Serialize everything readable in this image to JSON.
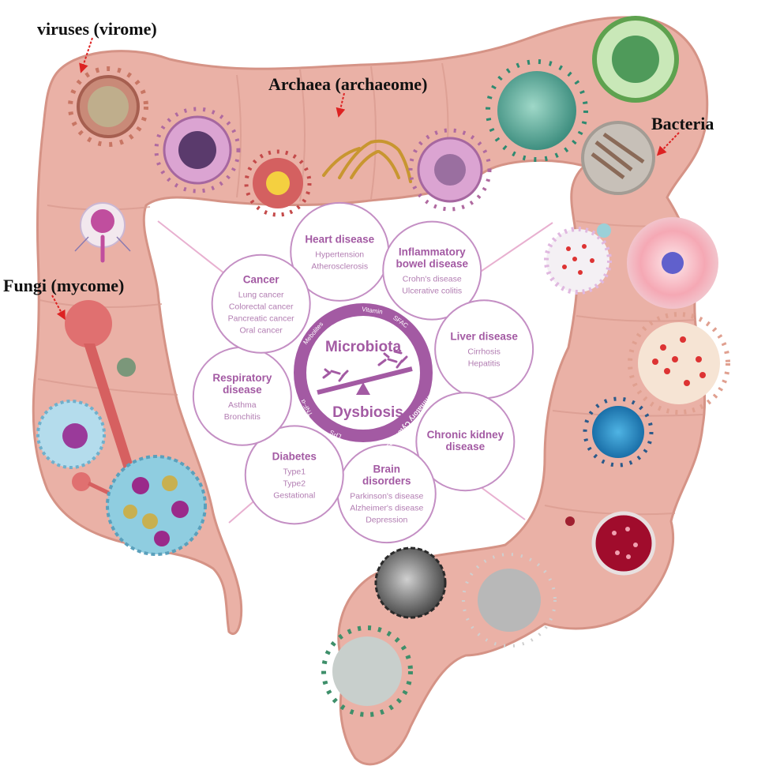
{
  "labels": {
    "viruses": "viruses (virome)",
    "archaea": "Archaea (archaeome)",
    "bacteria": "Bacteria",
    "fungi": "Fungi (mycome)"
  },
  "hub": {
    "top": "Microbiota",
    "bottom": "Dysbiosis",
    "ring_words": [
      "Mebolites",
      "Vitamin",
      "SFAC",
      "Inflammatory Cytokines",
      "LPS",
      "TNF-α"
    ]
  },
  "diseases": [
    {
      "title": [
        "Heart disease"
      ],
      "items": [
        "Hypertension",
        "Atherosclerosis"
      ]
    },
    {
      "title": [
        "Inflammatory",
        "bowel disease"
      ],
      "items": [
        "Crohn's disease",
        "Ulcerative colitis"
      ]
    },
    {
      "title": [
        "Liver disease"
      ],
      "items": [
        "Cirrhosis",
        "Hepatitis"
      ]
    },
    {
      "title": [
        "Chronic kidney",
        "disease"
      ],
      "items": []
    },
    {
      "title": [
        "Brain",
        "disorders"
      ],
      "items": [
        "Parkinson's disease",
        "Alzheimer's disease",
        "Depression"
      ]
    },
    {
      "title": [
        "Diabetes"
      ],
      "items": [
        "Type1",
        "Type2",
        "Gestational"
      ]
    },
    {
      "title": [
        "Respiratory",
        "disease"
      ],
      "items": [
        "Asthma",
        "Bronchitis"
      ]
    },
    {
      "title": [
        "Cancer"
      ],
      "items": [
        "Lung cancer",
        "Colorectal cancer",
        "Pancreatic cancer",
        "Oral cancer"
      ]
    }
  ],
  "colors": {
    "gut": "#eab1a6",
    "gut_edge": "#d59386",
    "hub_purple": "#a35aa3",
    "circle_stroke": "#c48fc4",
    "sub_text": "#b27db2",
    "arrow_red": "#dd2222"
  }
}
